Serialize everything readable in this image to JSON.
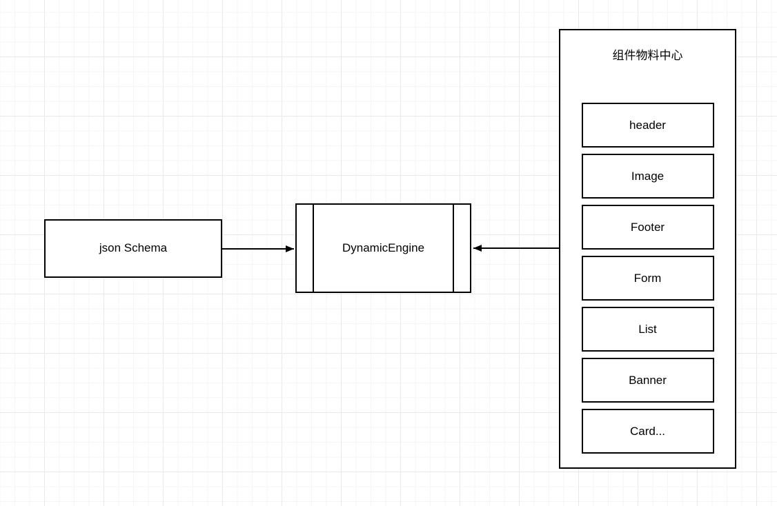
{
  "diagram": {
    "nodes": {
      "json_schema": {
        "label": "json Schema"
      },
      "dynamic_engine": {
        "label": "DynamicEngine"
      },
      "material_center": {
        "title": "组件物料中心",
        "items": [
          "header",
          "Image",
          "Footer",
          "Form",
          "List",
          "Banner",
          "Card..."
        ]
      }
    },
    "edges": [
      {
        "from": "json_schema",
        "to": "dynamic_engine",
        "direction": "left-to-right"
      },
      {
        "from": "material_center",
        "to": "dynamic_engine",
        "direction": "right-to-left"
      }
    ],
    "colors": {
      "stroke": "#000000",
      "fill": "#ffffff",
      "grid_minor": "#f5f5f7",
      "grid_major": "#e9e9ec"
    }
  }
}
